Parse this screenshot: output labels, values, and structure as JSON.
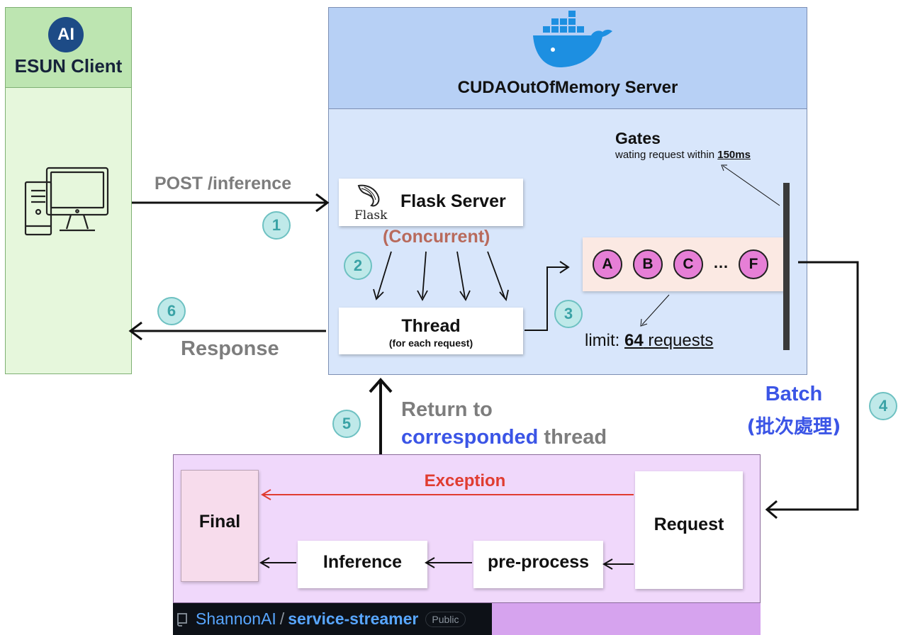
{
  "client": {
    "logo_text": "AI",
    "title": "ESUN Client",
    "icon": "desktop-computer-icon"
  },
  "server": {
    "title": "CUDAOutOfMemory Server",
    "icon": "docker-whale-icon",
    "flask": {
      "logo_text": "Flask",
      "title": "Flask Server",
      "mode": "(Concurrent)"
    },
    "thread": {
      "title": "Thread",
      "subtitle": "(for each  request)"
    },
    "queue": {
      "items": [
        "A",
        "B",
        "C",
        "F"
      ],
      "ellipsis": "…"
    },
    "gates": {
      "title": "Gates",
      "subtitle_prefix": "wating  request within ",
      "subtitle_value": "150ms"
    },
    "limit": {
      "prefix": "limit: ",
      "value": "64",
      "suffix": " requests"
    }
  },
  "labels": {
    "post": "POST /inference",
    "response": "Response",
    "return_line1": "Return to",
    "return_corresponded": "corresponded",
    "return_thread": " thread",
    "batch": "Batch",
    "batch_cn": "(批次處理)"
  },
  "steps": [
    "1",
    "2",
    "3",
    "4",
    "5",
    "6"
  ],
  "pipeline": {
    "final": "Final",
    "request": "Request",
    "inference": "Inference",
    "preprocess": "pre-process",
    "exception": "Exception"
  },
  "repo": {
    "icon": "repo-book-icon",
    "owner": "ShannonAI",
    "slash": "/",
    "name": "service-streamer",
    "badge": "Public"
  },
  "colors": {
    "client_bg": "#e6f7dc",
    "client_header": "#bde5b1",
    "server_bg": "#d8e6fb",
    "server_header": "#b7d0f5",
    "pipeline_bg": "#f0d8fb",
    "queue_circle": "#e67fd6",
    "step_circle": "#bfe9e9",
    "exception": "#e03c31",
    "accent_blue": "#3b55e6",
    "concurrent": "#b86a5c"
  }
}
